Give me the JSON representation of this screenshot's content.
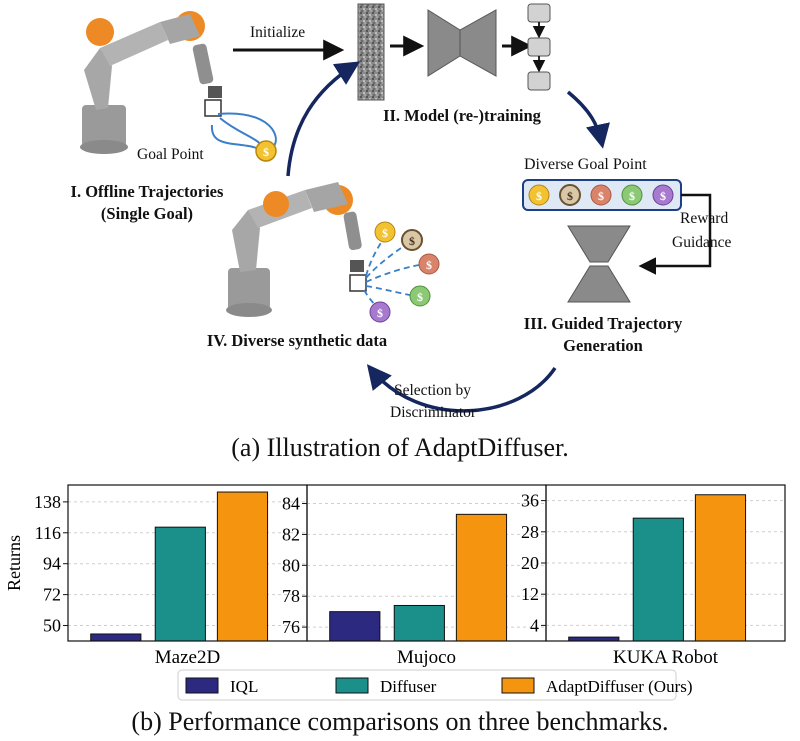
{
  "figure": {
    "initialize_label": "Initialize",
    "goal_point_label": "Goal Point",
    "stage1_line1": "I. Offline Trajectories",
    "stage1_line2": "(Single Goal)",
    "stage2_label": "II. Model (re-)training",
    "diverse_goal_label": "Diverse Goal Point",
    "reward_line1": "Reward",
    "reward_line2": "Guidance",
    "stage3_line1": "III. Guided Trajectory",
    "stage3_line2": "Generation",
    "stage4_label": "IV. Diverse synthetic data",
    "selection_line1": "Selection by",
    "selection_line2": "Discriminator",
    "caption_a": "(a) Illustration of AdaptDiffuser.",
    "caption_b": "(b) Performance comparisons on three benchmarks.",
    "coin_colors": [
      "#f2c230",
      "#d8c8a8",
      "#d9836b",
      "#8cc975",
      "#a77ad0"
    ],
    "robot_accent_color": "#ee8a25",
    "arrow_color": "#15275e"
  },
  "chart_data": {
    "type": "bar",
    "ylabel": "Returns",
    "series_names": [
      "IQL",
      "Diffuser",
      "AdaptDiffuser (Ours)"
    ],
    "series_colors": [
      "#2b2a80",
      "#1b8f8a",
      "#f5940f"
    ],
    "panels": [
      {
        "category": "Maze2D",
        "ylim": [
          39,
          150
        ],
        "yticks": [
          50,
          72,
          94,
          116,
          138
        ],
        "values": [
          44,
          120,
          145
        ]
      },
      {
        "category": "Mujoco",
        "ylim": [
          75.1,
          85.2
        ],
        "yticks": [
          76,
          78,
          80,
          82,
          84
        ],
        "values": [
          77,
          77.4,
          83.3
        ]
      },
      {
        "category": "KUKA Robot",
        "ylim": [
          0,
          40
        ],
        "yticks": [
          4,
          12,
          20,
          28,
          36
        ],
        "values": [
          1,
          31.5,
          37.5
        ]
      }
    ]
  }
}
